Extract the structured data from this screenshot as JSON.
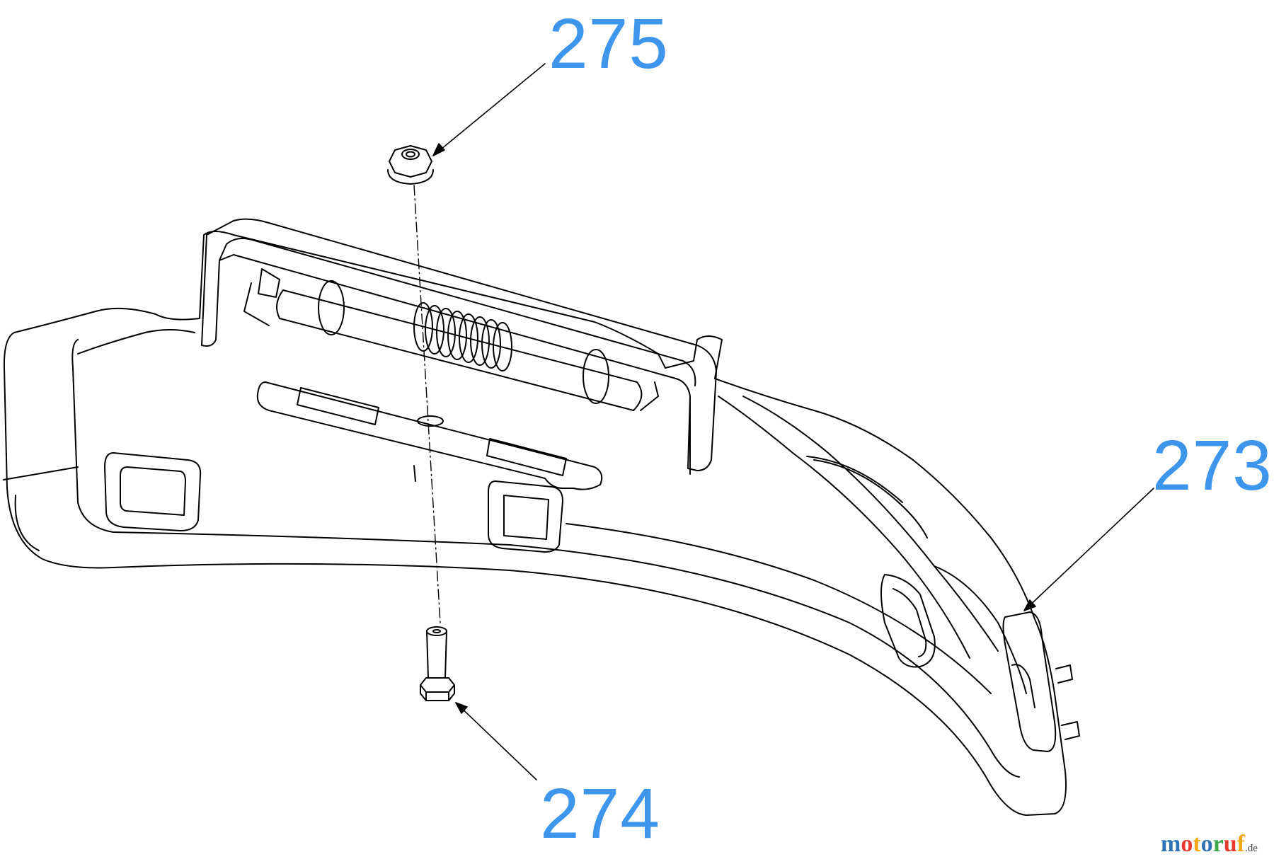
{
  "diagram": {
    "type": "exploded parts diagram",
    "line_color": "#000000",
    "callout_color": "#3d95ec",
    "callouts": [
      {
        "id": "275",
        "text": "275"
      },
      {
        "id": "273",
        "text": "273"
      },
      {
        "id": "274",
        "text": "274"
      }
    ]
  },
  "watermark": {
    "letters": [
      "m",
      "o",
      "t",
      "o",
      "r",
      "u",
      "f"
    ],
    "letter_colors": [
      "#2e74b5",
      "#e63b2e",
      "#f3a712",
      "#2e74b5",
      "#3aa84a",
      "#e63b2e",
      "#f3a712"
    ],
    "suffix": ".de"
  }
}
